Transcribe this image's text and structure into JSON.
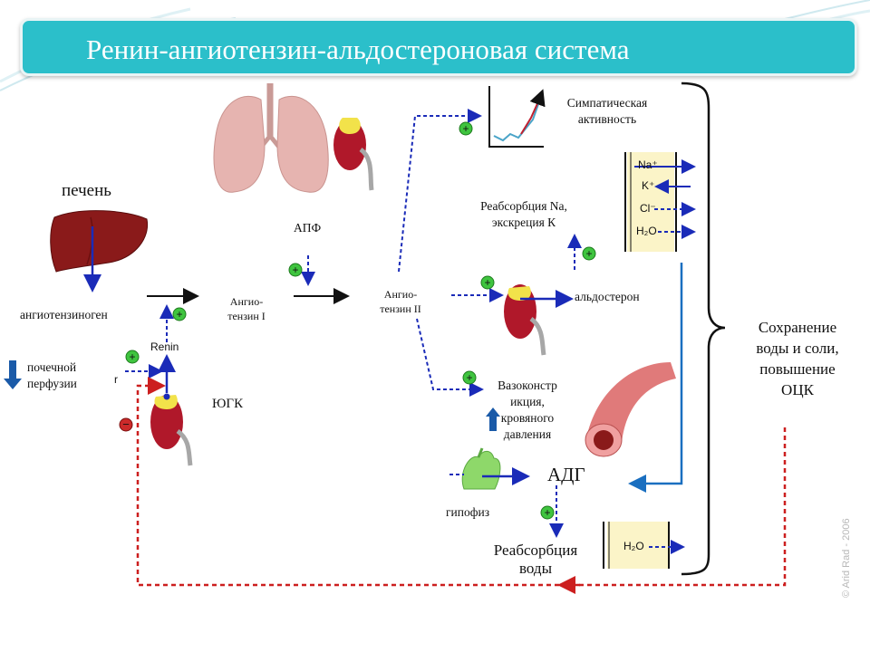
{
  "title": "Ренин-ангиотензин-альдостероновая система",
  "labels": {
    "liver": "печень",
    "angiotensinogen": "ангиотензиноген",
    "ace": "АПФ",
    "angiotensin1_a": "Ангио-",
    "angiotensin1_b": "тензин I",
    "angiotensin2_a": "Ангио-",
    "angiotensin2_b": "тензин II",
    "renin": "Renin",
    "r": "r",
    "perfusion_a": "почечной",
    "perfusion_b": "перфузии",
    "jga": "ЮГК",
    "sympathetic_a": "Симпатическая",
    "sympathetic_b": "активность",
    "reabs_na_a": "Реабсорбция Na,",
    "reabs_na_b": "экскреция К",
    "aldosterone": "альдостерон",
    "vaso_a": "Вазоконстр",
    "vaso_b": "икция,",
    "vaso_c": "кровяного",
    "vaso_d": "давления",
    "adh": "АДГ",
    "pituitary": "гипофиз",
    "reabs_water_a": "Реабсорбция",
    "reabs_water_b": "воды",
    "outcome_a": "Сохранение",
    "outcome_b": "воды и соли,",
    "outcome_c": "повышение",
    "outcome_d": "ОЦК",
    "ion_na": "Na⁺",
    "ion_k": "K⁺",
    "ion_cl": "Cl⁻",
    "ion_h2o_a": "H₂O",
    "ion_h2o_b": "H₂O",
    "credit": "© Arid Rad - 2006"
  },
  "signs": {
    "plus": "+",
    "minus": "−"
  },
  "colors": {
    "title_bg": "#2bbfca",
    "arrow_blue": "#1a2bb8",
    "feedback_red": "#cc1f1f",
    "plus_green": "#3fc43f",
    "minus_red": "#cc2a2a",
    "kidney": "#b0182a",
    "liver": "#8a1a1a",
    "lung": "#e6b4b0",
    "vessel": "#e07a7a",
    "tubule": "#fbf4c8"
  }
}
